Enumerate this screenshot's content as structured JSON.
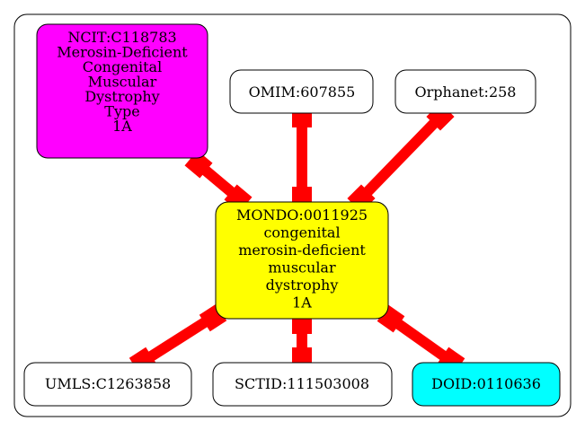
{
  "colors": {
    "edge": "#ff0000",
    "hub_fill": "#ffff00",
    "ncit_fill": "#ff00ff",
    "doid_fill": "#00ffff",
    "default_fill": "#ffffff",
    "border": "#000000"
  },
  "nodes": {
    "hub": {
      "lines": [
        "MONDO:0011925",
        "congenital",
        "merosin-deficient",
        "muscular",
        "dystrophy",
        "1A"
      ]
    },
    "ncit": {
      "lines": [
        "NCIT:C118783",
        "Merosin-Deficient",
        "Congenital",
        "Muscular",
        "Dystrophy",
        "Type",
        "1A"
      ]
    },
    "omim": {
      "lines": [
        "OMIM:607855"
      ]
    },
    "orphanet": {
      "lines": [
        "Orphanet:258"
      ]
    },
    "umls": {
      "lines": [
        "UMLS:C1263858"
      ]
    },
    "sctid": {
      "lines": [
        "SCTID:111503008"
      ]
    },
    "doid": {
      "lines": [
        "DOID:0110636"
      ]
    }
  },
  "edges": [
    {
      "from": "hub",
      "to": "ncit"
    },
    {
      "from": "hub",
      "to": "omim"
    },
    {
      "from": "hub",
      "to": "orphanet"
    },
    {
      "from": "hub",
      "to": "umls"
    },
    {
      "from": "hub",
      "to": "sctid"
    },
    {
      "from": "hub",
      "to": "doid"
    }
  ]
}
